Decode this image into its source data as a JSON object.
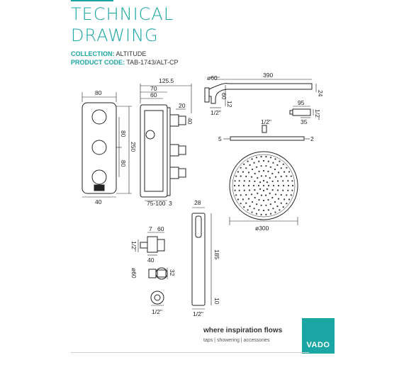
{
  "header": {
    "title_line1": "TECHNICAL",
    "title_line2": "DRAWING",
    "collection_key": "COLLECTION:",
    "collection_value": "ALTITUDE",
    "product_code_key": "PRODUCT CODE:",
    "product_code_value": "TAB-1743/ALT-CP"
  },
  "dimensions": {
    "valve_width": "80",
    "valve_spacing_1": "80",
    "valve_spacing_2": "80",
    "valve_height": "250",
    "valve_bottom": "40",
    "valve_depth_total": "125.5",
    "valve_depth_70": "70",
    "valve_depth_60": "60",
    "valve_depth_20": "20",
    "valve_side_40": "40",
    "valve_depth_range": "75-100",
    "valve_depth_3": "3",
    "arm_flange": "ø60",
    "arm_length": "390",
    "arm_height": "24",
    "arm_side": "60",
    "arm_offset": "12",
    "arm_thread": "1/2\"",
    "nozzle_length": "95",
    "nozzle_thread": "1/2\"",
    "nozzle_depth": "35",
    "head_thread": "1/2\"",
    "head_left": "5",
    "head_right": "2",
    "head_diameter": "ø300",
    "handset_width": "28",
    "handset_length": "185",
    "handset_bottom": "10",
    "handset_thread": "1/2\"",
    "outlet_7": "7",
    "outlet_60": "60",
    "outlet_thread": "1/2\"",
    "outlet_40": "40",
    "holder_flange": "ø60",
    "holder_32": "32",
    "elbow_thread": "1/2\""
  },
  "footer": {
    "tagline": "where inspiration flows",
    "subline": "taps | showering | accessories",
    "logo_text": "VADO"
  },
  "colors": {
    "accent": "#1aa6a3"
  }
}
